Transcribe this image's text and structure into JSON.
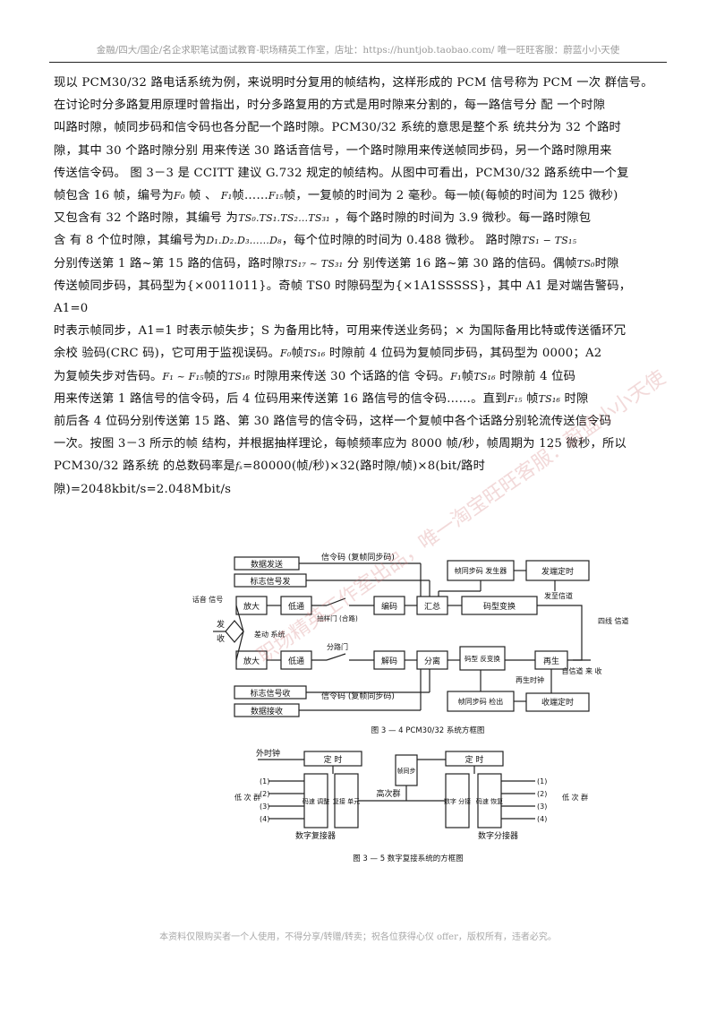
{
  "header": {
    "text": "金融/四大/国企/名企求职笔试面试教育-职场精英工作室，店址：https://huntjob.taobao.com/ 唯一旺旺客服：蔚蓝小小天使"
  },
  "paragraph": {
    "l1": "现以 PCM30/32 路电话系统为例，来说明时分复用的帧结构，这样形成的 PCM 信号称为 PCM 一次 群信号。",
    "l2": "在讨论时分多路复用原理时曾指出，时分多路复用的方式是用时隙来分割的，每一路信号分 配 一个时隙",
    "l3": "叫路时隙，帧同步码和信令码也各分配一个路时隙。PCM30/32 系统的意思是整个系 统共分为 32 个路时",
    "l4": "隙，其中 30 个路时隙分别 用来传送 30 路话音信号，一个路时隙用来传送帧同步码，另一个路时隙用来",
    "l5": "传送信令码。    图 3－3 是 CCITT 建议 G.732 规定的帧结构。从图中可看出，PCM30/32 路系统中一个复",
    "l6a": "帧包含 16 帧，编号为",
    "l6b": "F₀",
    "l6c": " 帧 、 ",
    "l6d": "F₁",
    "l6e": "帧……",
    "l6f": "F₁₅",
    "l6g": "帧，一复帧的时间为 2 毫秒。每一帧(每帧的时间为 125 微秒)",
    "l7a": "又包含有 32 个路时隙，其编号 为",
    "l7b": "TS₀.TS₁.TS₂…TS₃₁",
    "l7c": "   ，每个路时隙的时间为 3.9 微秒。每一路时隙包",
    "l8a": "含  有 8 个位时隙，其编号为",
    "l8b": "D₁.D₂.D₃……D₈",
    "l8c": "，每个位时隙的时间为 0.488 微秒。      路时隙",
    "l8d": "TS₁ − TS₁₅",
    "l9a": "分别传送第 1 路~第 15 路的信码，路时隙",
    "l9b": "TS₁₇ ~ TS₃₁",
    "l9c": "   分  别传送第 16 路~第 30 路的信码。偶帧",
    "l9d": "TS₀",
    "l9e": "时隙",
    "l10": "传送帧同步码，其码型为{×0011011}。奇帧 TS0 时隙码型为{×1A1SSSSS}，其中 A1 是对端告警码，A1=0",
    "l11": "时表示帧同步，A1=1 时表示帧失步；S 为备用比特，可用来传送业务码；× 为国际备用比特或传送循环冗",
    "l12a": "余校  验码(CRC 码)，它可用于监视误码。",
    "l12b": "F₀",
    "l12c": "帧",
    "l12d": "TS₁₆",
    "l12e": "     时隙前 4 位码为复帧同步码，其码型为 0000；A2",
    "l13a": "为复帧失步对告码。",
    "l13b": "F₁ ~ F₁₅",
    "l13c": "帧的",
    "l13d": "TS₁₆",
    "l13e": "     时隙用来传送 30 个话路的信  令码。",
    "l13f": "F₁",
    "l13g": "帧",
    "l13h": "TS₁₆",
    "l13i": "     时隙前 4 位码",
    "l14": "用来传送第 1 路信号的信令码，后 4 位码用来传送第 16  路信号的信令码……。直到",
    "l14b": "F₁₅",
    "l14c": "    帧",
    "l14d": "TS₁₆",
    "l14e": "      时隙",
    "l15": "前后各 4 位码分别传送第 15 路、第 30  路信号的信令码，这样一个复帧中各个话路分别轮流传送信令码",
    "l16": "一次。按图 3－3 所示的帧  结构，并根据抽样理论，每帧频率应为 8000 帧/秒，帧周期为 125 微秒，所以",
    "l17a": "PCM30/32 路系统  的总数码率是",
    "l17b": "fₛ",
    "l17c": "=80000(帧/秒)×32(路时隙/帧)×8(bit/路时",
    "l18": "隙)=2048kbit/s=2.048Mbit/s"
  },
  "figure1": {
    "caption": "图 3 — 4    PCM30/32 系统方框图",
    "labels": {
      "data_send": "数据发送",
      "signaling_top": "信令码 (复帧同步码)",
      "frame_sync_gen": "帧同步码 发生器",
      "tx_timing": "发端定时",
      "flag_send": "标志信号发",
      "voice": "话音 信号",
      "amp1": "放大",
      "lowpass1": "低通",
      "sample_gate": "抽样门 (合路)",
      "encode": "编码",
      "combine": "汇总",
      "code_convert": "码型变换",
      "tx_channel": "发至信道",
      "four_wire": "四线 信道",
      "rx_from_channel": "自信道 来 收",
      "hybrid": "差动 系统",
      "tx_short": "发",
      "rx_short": "收",
      "amp2": "放大",
      "lowpass2": "低通",
      "split_gate": "分路门",
      "decode": "解码",
      "separate": "分离",
      "code_inverse": "码型 反变换",
      "regen": "再生",
      "regen_clock": "再生时钟",
      "flag_recv": "标志信号收",
      "signaling_bottom": "信令码 (复帧同步码)",
      "frame_sync_detect": "帧同步码 检出",
      "rx_timing": "收端定时",
      "data_recv": "数据接收"
    }
  },
  "figure2": {
    "caption": "图 3 — 5    数字复接系统的方框图",
    "labels": {
      "ext_clock": "外时钟",
      "timing_l": "定  时",
      "timing_r": "定  时",
      "rate_adjust": "码速 调整",
      "mux_unit": "复接 单元",
      "high_group": "高次群",
      "frame_sync": "帧同步",
      "demux_unit": "数字 分接",
      "rate_restore": "码速 恢复",
      "low_group_l": "低 次 群",
      "low_group_r": "低 次 群",
      "multiplexer": "数字复接器",
      "demultiplexer": "数字分接器",
      "inputs": [
        "(1)",
        "(2)",
        "(3)",
        "(4)"
      ],
      "outputs": [
        "(1)",
        "(2)",
        "(3)",
        "(4)"
      ]
    }
  },
  "watermark": {
    "text": "职场精英工作室出品，唯一淘宝旺旺客服：蔚蓝小小天使"
  },
  "footer": {
    "text": "本资料仅限购买者一个人使用，不得分享/转赠/转卖；祝各位获得心仪 offer，版权所有，违者必究。"
  }
}
